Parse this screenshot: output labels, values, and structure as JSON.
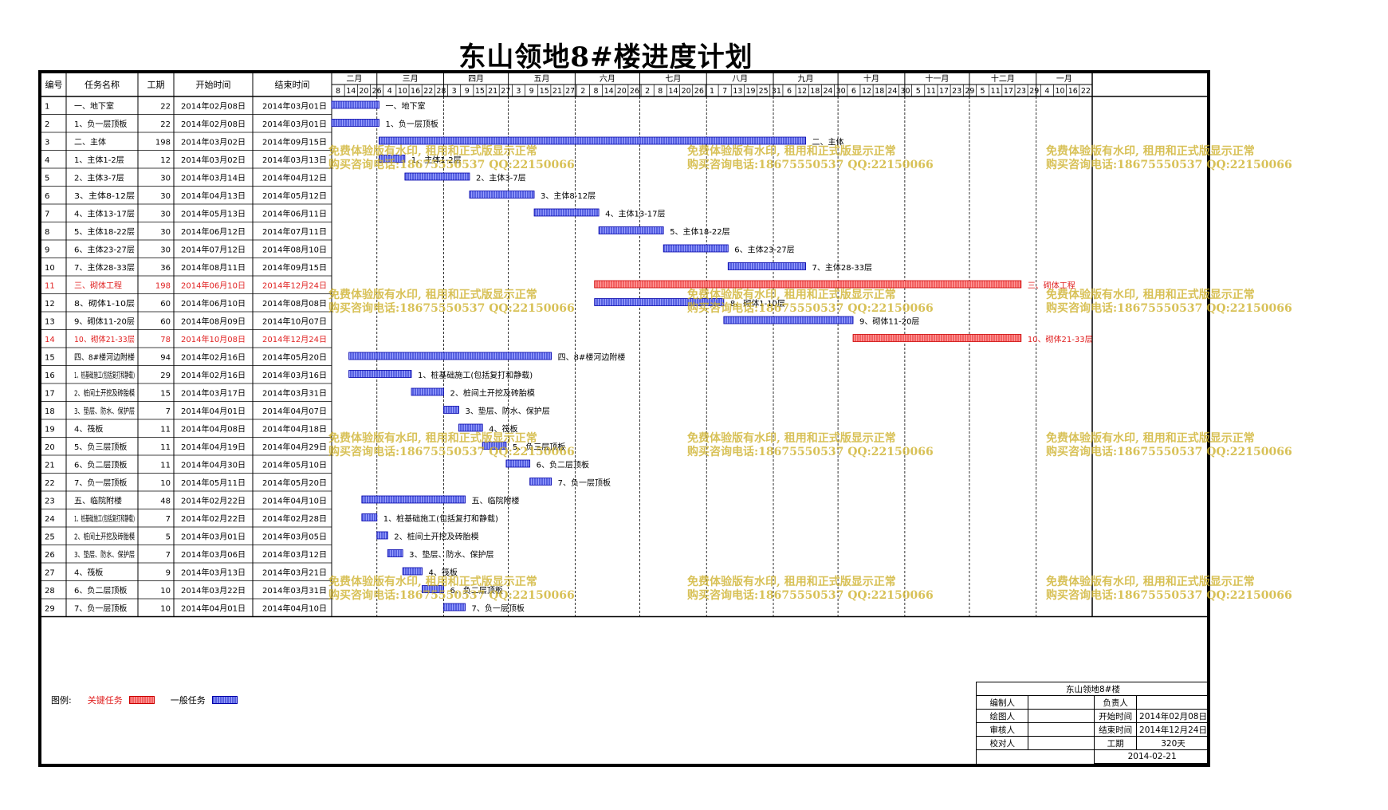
{
  "title": "东山领地8#楼进度计划",
  "headers": {
    "id": "编号",
    "name": "任务名称",
    "duration": "工期",
    "start": "开始时间",
    "end": "结束时间"
  },
  "chart_data": {
    "type": "gantt",
    "months": [
      "二月",
      "三月",
      "四月",
      "五月",
      "六月",
      "七月",
      "八月",
      "九月",
      "十月",
      "十一月",
      "十二月",
      "一月"
    ],
    "day_ticks": [
      "8",
      "14",
      "20",
      "26",
      "4",
      "10",
      "16",
      "22",
      "28",
      "3",
      "9",
      "15",
      "21",
      "27",
      "3",
      "9",
      "15",
      "21",
      "27",
      "2",
      "8",
      "14",
      "20",
      "26",
      "2",
      "8",
      "14",
      "20",
      "26",
      "1",
      "7",
      "13",
      "19",
      "25",
      "31",
      "6",
      "12",
      "18",
      "24",
      "30",
      "6",
      "12",
      "18",
      "24",
      "30",
      "5",
      "11",
      "17",
      "23",
      "29",
      "5",
      "11",
      "17",
      "23",
      "29",
      "4",
      "10",
      "16",
      "22"
    ],
    "axis_start": "2014-02-08",
    "axis_end": "2015-01-27",
    "tasks": [
      {
        "id": "1",
        "name": "一、地下室",
        "duration": "22",
        "start": "2014年02月08日",
        "end": "2014年03月01日",
        "s": "2014-02-08",
        "e": "2014-03-01",
        "critical": false
      },
      {
        "id": "2",
        "name": "1、负一层顶板",
        "duration": "22",
        "start": "2014年02月08日",
        "end": "2014年03月01日",
        "s": "2014-02-08",
        "e": "2014-03-01",
        "critical": false
      },
      {
        "id": "3",
        "name": "二、主体",
        "duration": "198",
        "start": "2014年03月02日",
        "end": "2014年09月15日",
        "s": "2014-03-02",
        "e": "2014-09-15",
        "critical": false
      },
      {
        "id": "4",
        "name": "1、主体1-2层",
        "duration": "12",
        "start": "2014年03月02日",
        "end": "2014年03月13日",
        "s": "2014-03-02",
        "e": "2014-03-13",
        "critical": false
      },
      {
        "id": "5",
        "name": "2、主体3-7层",
        "duration": "30",
        "start": "2014年03月14日",
        "end": "2014年04月12日",
        "s": "2014-03-14",
        "e": "2014-04-12",
        "critical": false
      },
      {
        "id": "6",
        "name": "3、主体8-12层",
        "duration": "30",
        "start": "2014年04月13日",
        "end": "2014年05月12日",
        "s": "2014-04-13",
        "e": "2014-05-12",
        "critical": false
      },
      {
        "id": "7",
        "name": "4、主体13-17层",
        "duration": "30",
        "start": "2014年05月13日",
        "end": "2014年06月11日",
        "s": "2014-05-13",
        "e": "2014-06-11",
        "critical": false
      },
      {
        "id": "8",
        "name": "5、主体18-22层",
        "duration": "30",
        "start": "2014年06月12日",
        "end": "2014年07月11日",
        "s": "2014-06-12",
        "e": "2014-07-11",
        "critical": false
      },
      {
        "id": "9",
        "name": "6、主体23-27层",
        "duration": "30",
        "start": "2014年07月12日",
        "end": "2014年08月10日",
        "s": "2014-07-12",
        "e": "2014-08-10",
        "critical": false
      },
      {
        "id": "10",
        "name": "7、主体28-33层",
        "duration": "36",
        "start": "2014年08月11日",
        "end": "2014年09月15日",
        "s": "2014-08-11",
        "e": "2014-09-15",
        "critical": false
      },
      {
        "id": "11",
        "name": "三、砌体工程",
        "duration": "198",
        "start": "2014年06月10日",
        "end": "2014年12月24日",
        "s": "2014-06-10",
        "e": "2014-12-24",
        "critical": true
      },
      {
        "id": "12",
        "name": "8、砌体1-10层",
        "duration": "60",
        "start": "2014年06月10日",
        "end": "2014年08月08日",
        "s": "2014-06-10",
        "e": "2014-08-08",
        "critical": false
      },
      {
        "id": "13",
        "name": "9、砌体11-20层",
        "duration": "60",
        "start": "2014年08月09日",
        "end": "2014年10月07日",
        "s": "2014-08-09",
        "e": "2014-10-07",
        "critical": false
      },
      {
        "id": "14",
        "name": "10、砌体21-33层",
        "duration": "78",
        "start": "2014年10月08日",
        "end": "2014年12月24日",
        "s": "2014-10-08",
        "e": "2014-12-24",
        "critical": true
      },
      {
        "id": "15",
        "name": "四、8#楼河边附楼",
        "duration": "94",
        "start": "2014年02月16日",
        "end": "2014年05月20日",
        "s": "2014-02-16",
        "e": "2014-05-20",
        "critical": false
      },
      {
        "id": "16",
        "name": "1、桩基础施工(包括复打和静载)",
        "duration": "29",
        "start": "2014年02月16日",
        "end": "2014年03月16日",
        "s": "2014-02-16",
        "e": "2014-03-16",
        "critical": false
      },
      {
        "id": "17",
        "name": "2、桩间土开挖及砖胎模",
        "duration": "15",
        "start": "2014年03月17日",
        "end": "2014年03月31日",
        "s": "2014-03-17",
        "e": "2014-03-31",
        "critical": false
      },
      {
        "id": "18",
        "name": "3、垫层、防水、保护层",
        "duration": "7",
        "start": "2014年04月01日",
        "end": "2014年04月07日",
        "s": "2014-04-01",
        "e": "2014-04-07",
        "critical": false
      },
      {
        "id": "19",
        "name": "4、筏板",
        "duration": "11",
        "start": "2014年04月08日",
        "end": "2014年04月18日",
        "s": "2014-04-08",
        "e": "2014-04-18",
        "critical": false
      },
      {
        "id": "20",
        "name": "5、负三层顶板",
        "duration": "11",
        "start": "2014年04月19日",
        "end": "2014年04月29日",
        "s": "2014-04-19",
        "e": "2014-04-29",
        "critical": false
      },
      {
        "id": "21",
        "name": "6、负二层顶板",
        "duration": "11",
        "start": "2014年04月30日",
        "end": "2014年05月10日",
        "s": "2014-04-30",
        "e": "2014-05-10",
        "critical": false
      },
      {
        "id": "22",
        "name": "7、负一层顶板",
        "duration": "10",
        "start": "2014年05月11日",
        "end": "2014年05月20日",
        "s": "2014-05-11",
        "e": "2014-05-20",
        "critical": false
      },
      {
        "id": "23",
        "name": "五、临院附楼",
        "duration": "48",
        "start": "2014年02月22日",
        "end": "2014年04月10日",
        "s": "2014-02-22",
        "e": "2014-04-10",
        "critical": false
      },
      {
        "id": "24",
        "name": "1、桩基础施工(包括复打和静载)",
        "duration": "7",
        "start": "2014年02月22日",
        "end": "2014年02月28日",
        "s": "2014-02-22",
        "e": "2014-02-28",
        "critical": false
      },
      {
        "id": "25",
        "name": "2、桩间土开挖及砖胎模",
        "duration": "5",
        "start": "2014年03月01日",
        "end": "2014年03月05日",
        "s": "2014-03-01",
        "e": "2014-03-05",
        "critical": false
      },
      {
        "id": "26",
        "name": "3、垫层、防水、保护层",
        "duration": "7",
        "start": "2014年03月06日",
        "end": "2014年03月12日",
        "s": "2014-03-06",
        "e": "2014-03-12",
        "critical": false
      },
      {
        "id": "27",
        "name": "4、筏板",
        "duration": "9",
        "start": "2014年03月13日",
        "end": "2014年03月21日",
        "s": "2014-03-13",
        "e": "2014-03-21",
        "critical": false
      },
      {
        "id": "28",
        "name": "6、负二层顶板",
        "duration": "10",
        "start": "2014年03月22日",
        "end": "2014年03月31日",
        "s": "2014-03-22",
        "e": "2014-03-31",
        "critical": false
      },
      {
        "id": "29",
        "name": "7、负一层顶板",
        "duration": "10",
        "start": "2014年04月01日",
        "end": "2014年04月10日",
        "s": "2014-04-01",
        "e": "2014-04-10",
        "critical": false
      }
    ],
    "colors": {
      "critical": "#f26060",
      "normal": "#5560e0",
      "critical_text": "#e02020"
    }
  },
  "legend": {
    "label": "图例:",
    "critical": "关键任务",
    "normal": "一般任务"
  },
  "info": {
    "project": "东山领地8#楼",
    "editor_label": "编制人",
    "owner_label": "负责人",
    "drawer_label": "绘图人",
    "start_label": "开始时间",
    "start_value": "2014年02月08日",
    "reviewer_label": "审核人",
    "end_label": "结束时间",
    "end_value": "2014年12月24日",
    "checker_label": "校对人",
    "duration_label": "工期",
    "duration_value": "320天",
    "date": "2014-02-21"
  },
  "watermark": {
    "line1": "免费体验版有水印, 租用和正式版显示正常",
    "line2": "购买咨询电话:18675550537 QQ:22150066"
  }
}
